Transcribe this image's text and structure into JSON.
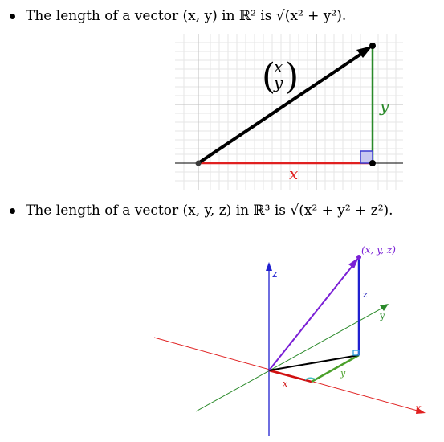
{
  "item1": {
    "text": "The length of a vector (x, y) in ℝ² is √(x² + y²)."
  },
  "fig2d": {
    "vector_label_top": "x",
    "vector_label_bottom": "y",
    "leg_y_label": "y",
    "leg_x_label": "x",
    "colors": {
      "vector": "#000000",
      "x_leg": "#e02020",
      "y_leg": "#2a8a2a",
      "right_angle": "#3a3ad0"
    }
  },
  "item2": {
    "text": "The length of a vector (x, y, z) in ℝ³ is √(x² + y² + z²)."
  },
  "fig3d": {
    "axis_z_label": "z",
    "axis_y_label": "y",
    "axis_x_label": "x",
    "point_label": "(x, y, z)",
    "seg_z_label": "z",
    "seg_y_label": "y",
    "seg_x_label": "x",
    "colors": {
      "vector": "#7a1fd6",
      "z_axis": "#2020d0",
      "y_axis": "#2a8a2a",
      "x_axis": "#e02020",
      "z_seg": "#2020d0",
      "y_seg": "#4aa02a",
      "x_seg": "#d01010",
      "diag": "#000000"
    }
  }
}
